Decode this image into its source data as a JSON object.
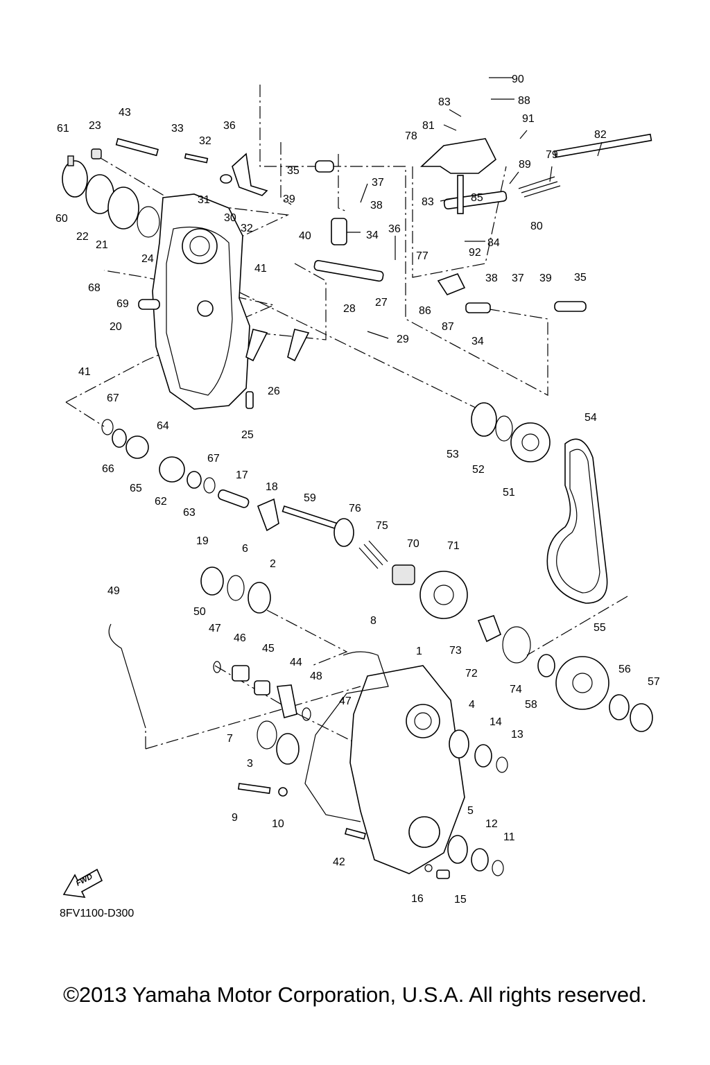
{
  "figure_code": "8FV1100-D300",
  "copyright": "©2013 Yamaha Motor Corporation, U.S.A. All rights reserved.",
  "fwd_label": "FWD",
  "part_numbers": [
    "1",
    "2",
    "3",
    "4",
    "5",
    "6",
    "7",
    "8",
    "9",
    "10",
    "11",
    "12",
    "13",
    "14",
    "15",
    "16",
    "17",
    "18",
    "19",
    "20",
    "21",
    "22",
    "23",
    "24",
    "25",
    "26",
    "27",
    "28",
    "29",
    "30",
    "31",
    "32",
    "33",
    "34",
    "35",
    "36",
    "37",
    "38",
    "39",
    "40",
    "41",
    "42",
    "43",
    "44",
    "45",
    "46",
    "47",
    "48",
    "49",
    "50",
    "51",
    "52",
    "53",
    "54",
    "55",
    "56",
    "57",
    "58",
    "59",
    "60",
    "61",
    "62",
    "63",
    "64",
    "65",
    "66",
    "67",
    "68",
    "69",
    "70",
    "71",
    "72",
    "73",
    "74",
    "75",
    "76",
    "77",
    "78",
    "79",
    "80",
    "81",
    "82",
    "83",
    "84",
    "85",
    "86",
    "87",
    "88",
    "89",
    "90",
    "91",
    "92"
  ]
}
